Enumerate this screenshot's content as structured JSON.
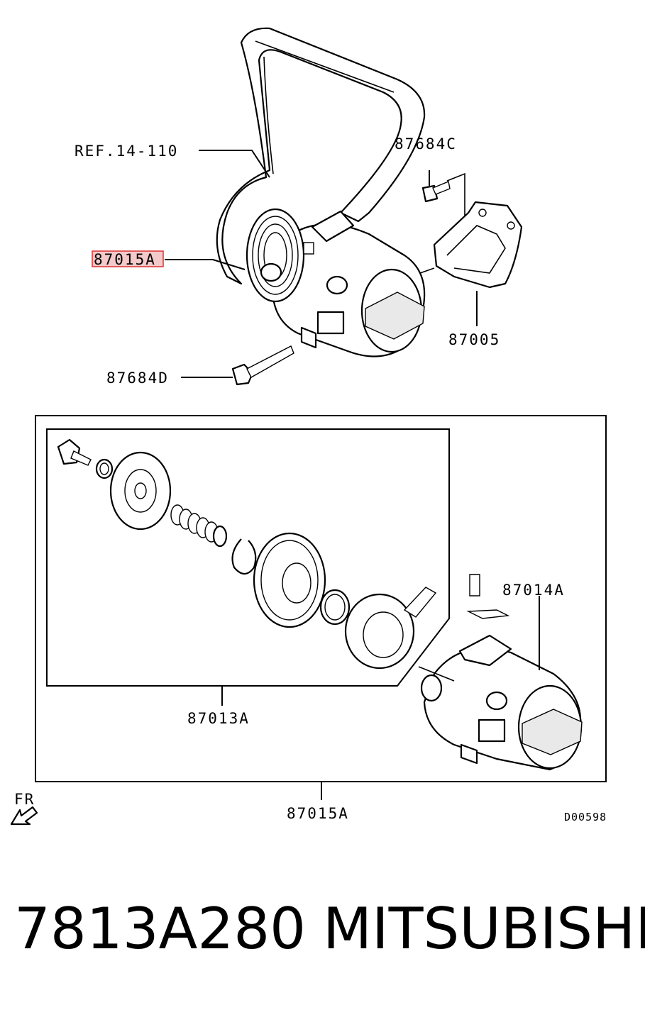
{
  "labels": {
    "ref": "REF.14-110",
    "bolt_top": "87684C",
    "compressor_assy": "87015A",
    "bracket": "87005",
    "bolt_bottom": "87684D",
    "compressor_body": "87014A",
    "clutch_kit": "87013A",
    "assy_bottom": "87015A",
    "fr": "FR",
    "diagram_code": "D00598"
  },
  "footer": {
    "part_number": "7813A280",
    "brand": "MITSUBISHI"
  },
  "colors": {
    "highlight_fill": "#f4c9c9",
    "highlight_stroke": "#dd3333"
  }
}
